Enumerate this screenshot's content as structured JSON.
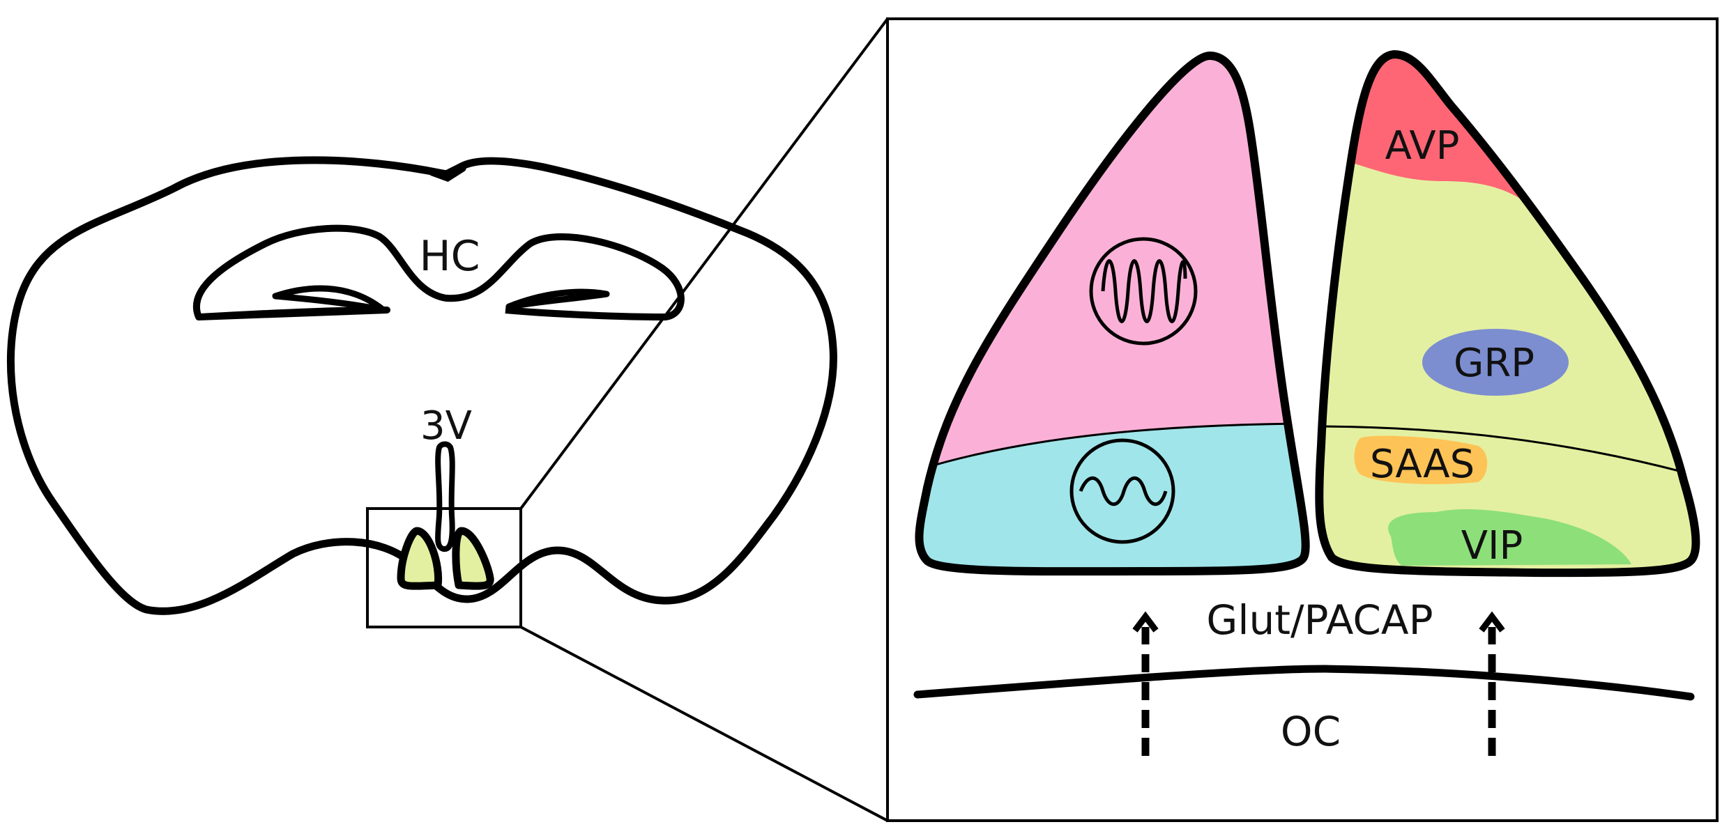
{
  "brain_labels": {
    "hippocampus": "HC",
    "third_ventricle": "3V"
  },
  "scn_labels": {
    "avp": "AVP",
    "grp": "GRP",
    "saas": "SAAS",
    "vip": "VIP"
  },
  "input_label": "Glut/PACAP",
  "optic_chiasm_label": "OC",
  "colors": {
    "shell_region": "#fbb1d7",
    "core_region": "#a0e5ea",
    "right_scn_fill": "#e4f0a1",
    "avp_region": "#fe6675",
    "grp_region": "#7c8ed0",
    "saas_region": "#fdc356",
    "vip_region": "#8ddf79",
    "scn_small_fill": "#e4f0a1",
    "outline": "#000000"
  },
  "icons": {
    "high_amplitude_oscillator": "oscillator-high-amplitude-icon",
    "low_amplitude_oscillator": "oscillator-low-amplitude-icon",
    "input_arrows": "dashed-up-arrow-icon"
  }
}
